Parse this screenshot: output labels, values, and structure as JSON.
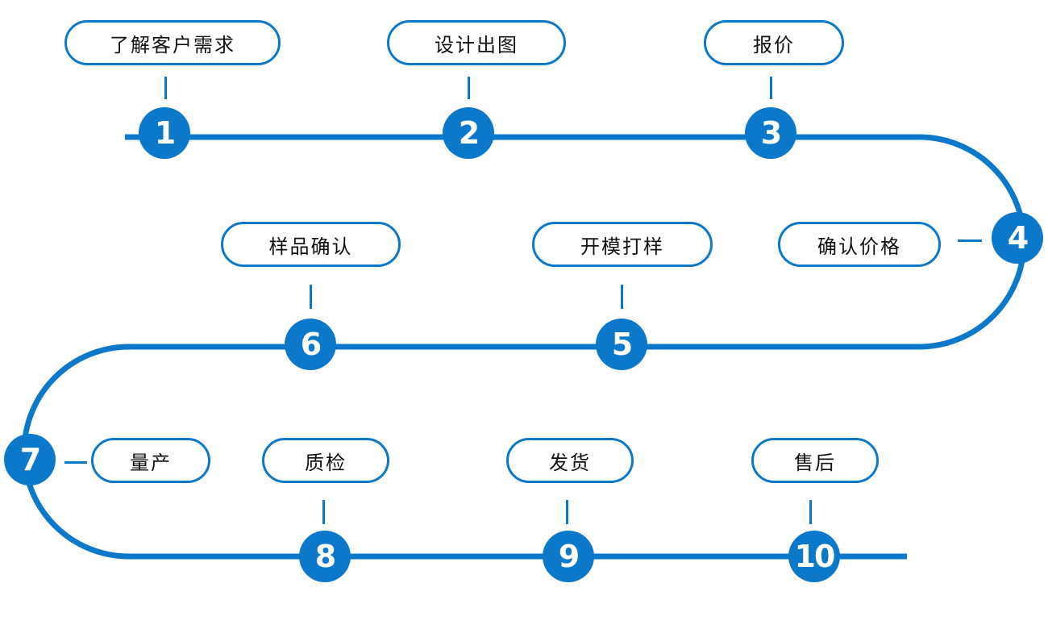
{
  "colors": {
    "accent": "#0b78c9",
    "text": "#111111",
    "background": "#ffffff"
  },
  "steps": [
    {
      "number": "1",
      "label": "了解客户需求"
    },
    {
      "number": "2",
      "label": "设计出图"
    },
    {
      "number": "3",
      "label": "报价"
    },
    {
      "number": "4",
      "label": "确认价格"
    },
    {
      "number": "5",
      "label": "开模打样"
    },
    {
      "number": "6",
      "label": "样品确认"
    },
    {
      "number": "7",
      "label": "量产"
    },
    {
      "number": "8",
      "label": "质检"
    },
    {
      "number": "9",
      "label": "发货"
    },
    {
      "number": "10",
      "label": "售后"
    }
  ]
}
